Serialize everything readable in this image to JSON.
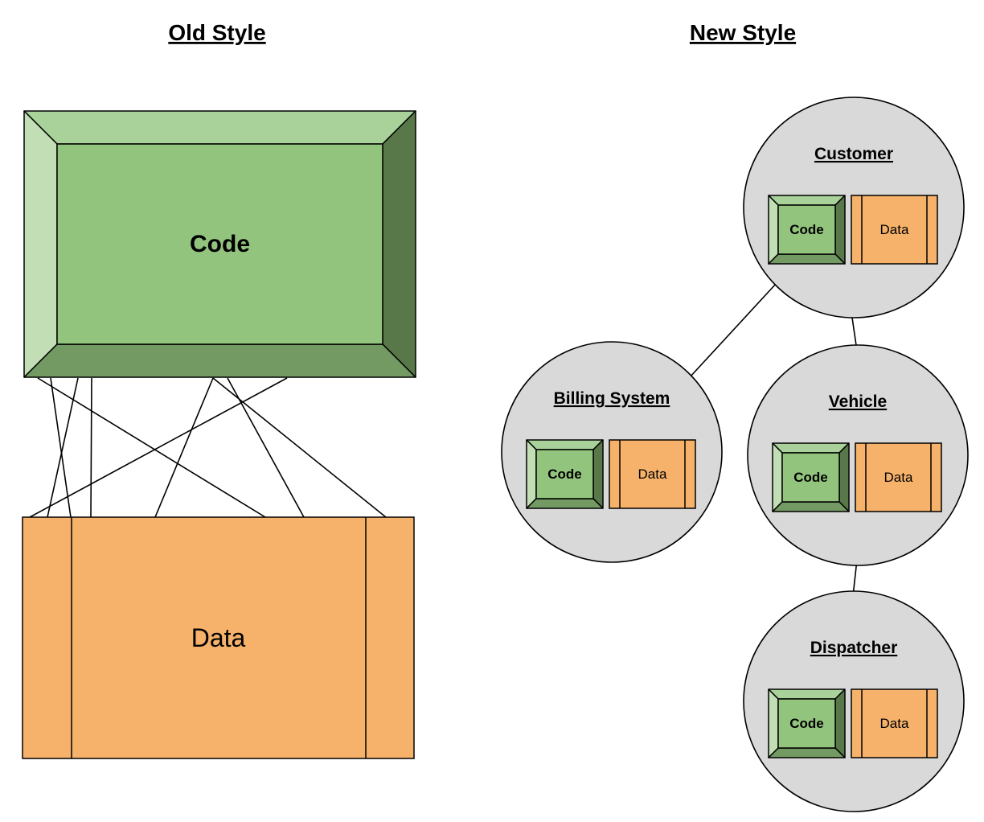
{
  "titles": {
    "old": "Old Style",
    "new": "New Style"
  },
  "colors": {
    "code_top": "#a9d19a",
    "code_left": "#c2deb5",
    "code_face": "#93c47d",
    "code_bottom": "#739a63",
    "code_right": "#587849",
    "data_fill": "#f6b26b",
    "node_fill": "#d9d9d9",
    "stroke": "#000000"
  },
  "old_style": {
    "code_label": "Code",
    "data_label": "Data",
    "connection_count": 8
  },
  "new_style": {
    "nodes": [
      {
        "id": "customer",
        "label": "Customer",
        "code_label": "Code",
        "data_label": "Data"
      },
      {
        "id": "billing",
        "label": "Billing System",
        "code_label": "Code",
        "data_label": "Data"
      },
      {
        "id": "vehicle",
        "label": "Vehicle",
        "code_label": "Code",
        "data_label": "Data"
      },
      {
        "id": "dispatcher",
        "label": "Dispatcher",
        "code_label": "Code",
        "data_label": "Data"
      }
    ],
    "edges": [
      {
        "from": "customer",
        "to": "billing"
      },
      {
        "from": "customer",
        "to": "vehicle"
      },
      {
        "from": "vehicle",
        "to": "dispatcher"
      }
    ]
  }
}
